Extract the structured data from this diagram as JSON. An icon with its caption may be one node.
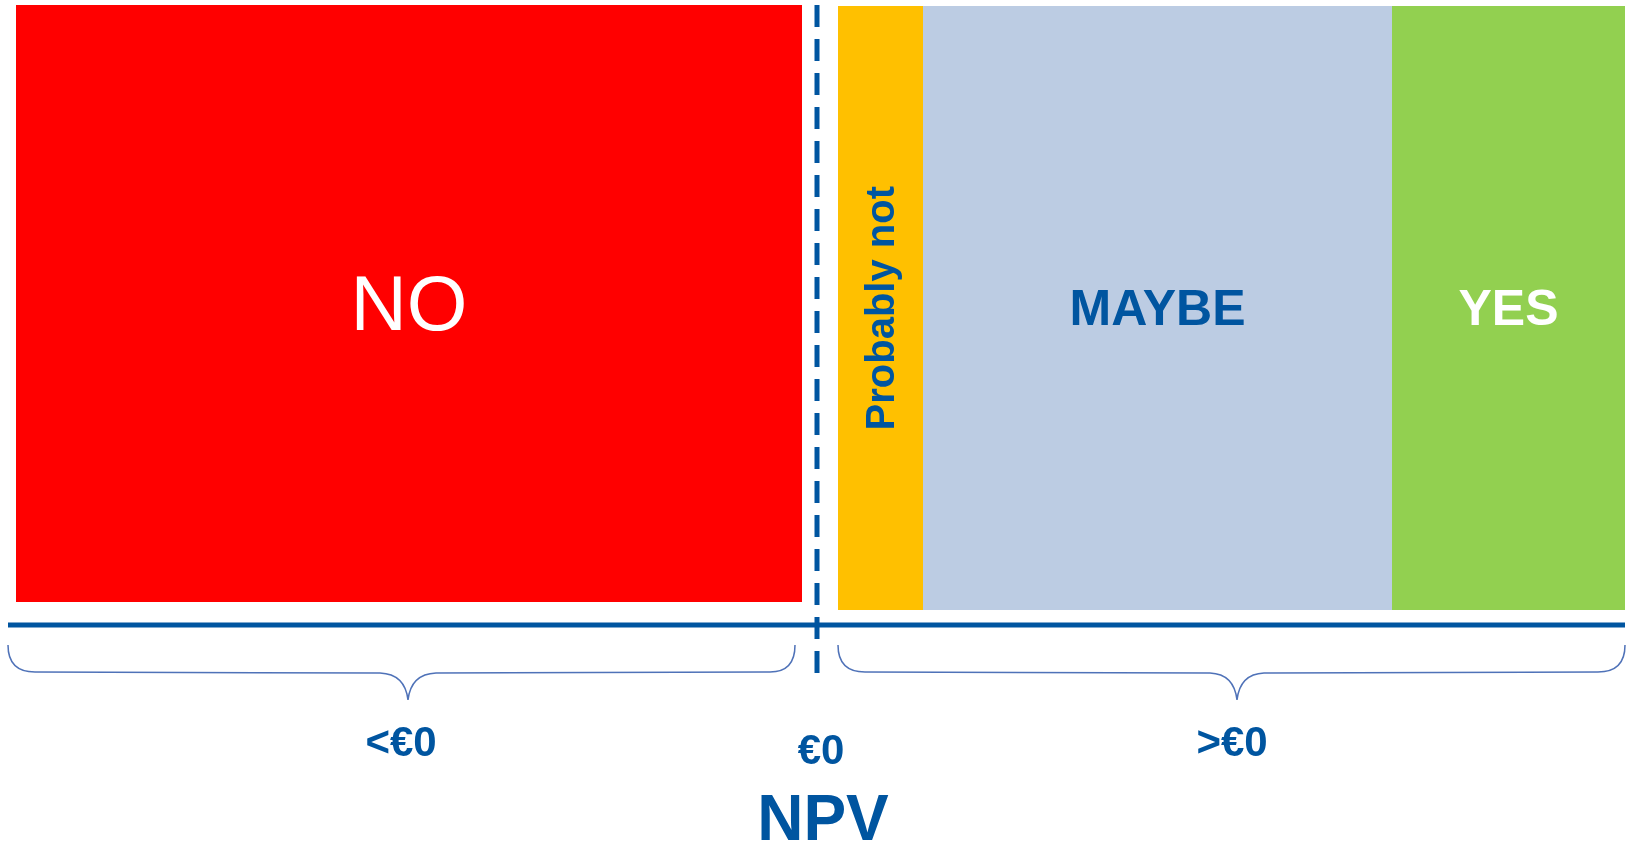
{
  "diagram": {
    "nodes": [
      {
        "text": [
          "NO"
        ]
      },
      {
        "text": [
          "Probably not"
        ]
      },
      {
        "text": [
          "MAYBE"
        ]
      },
      {
        "text": [
          "YES"
        ]
      }
    ],
    "labels": [
      "<€0",
      "€0",
      ">€0",
      "NPV"
    ]
  }
}
